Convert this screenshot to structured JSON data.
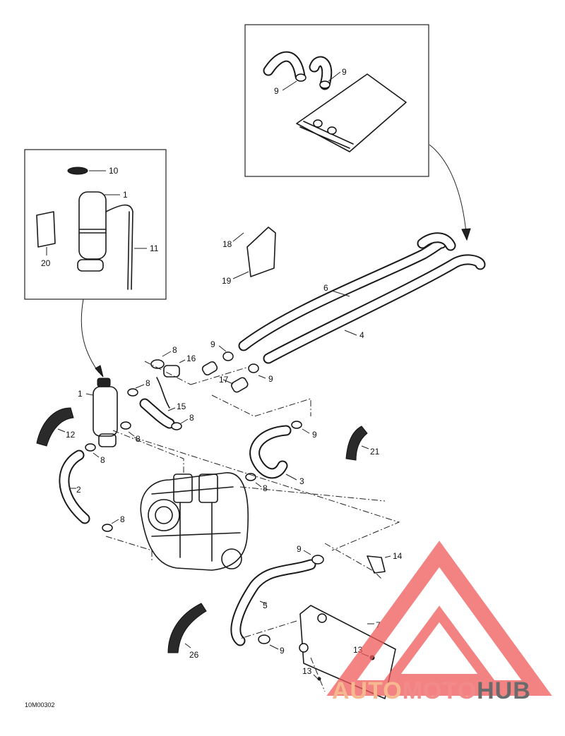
{
  "callouts": {
    "c1a": "1",
    "c1b": "1",
    "c2": "2",
    "c3": "3",
    "c4": "4",
    "c5": "5",
    "c6": "6",
    "c7": "7",
    "c8a": "8",
    "c8b": "8",
    "c8c": "8",
    "c8d": "8",
    "c8e": "8",
    "c8f": "8",
    "c8g": "8",
    "c9a": "9",
    "c9b": "9",
    "c9c": "9",
    "c9d": "9",
    "c9e": "9",
    "c9f": "9",
    "c9g": "9",
    "c10": "10",
    "c11": "11",
    "c12": "12",
    "c13a": "13",
    "c13b": "13",
    "c14": "14",
    "c15": "15",
    "c16": "16",
    "c17": "17",
    "c18": "18",
    "c19": "19",
    "c20": "20",
    "c21": "21",
    "c26": "26"
  },
  "drawing_code": "10M00302",
  "watermark": {
    "part1": "AUTO",
    "part2": "MOTO",
    "part3": "HUB",
    "colors": {
      "auto": "#f6b98f",
      "moto": "#f28a8a",
      "hub": "#6b6b6b",
      "triangle": "#f05a5a"
    }
  },
  "icons": {
    "arrow": "arrowhead-icon",
    "logo": "triangle-logo-icon"
  }
}
